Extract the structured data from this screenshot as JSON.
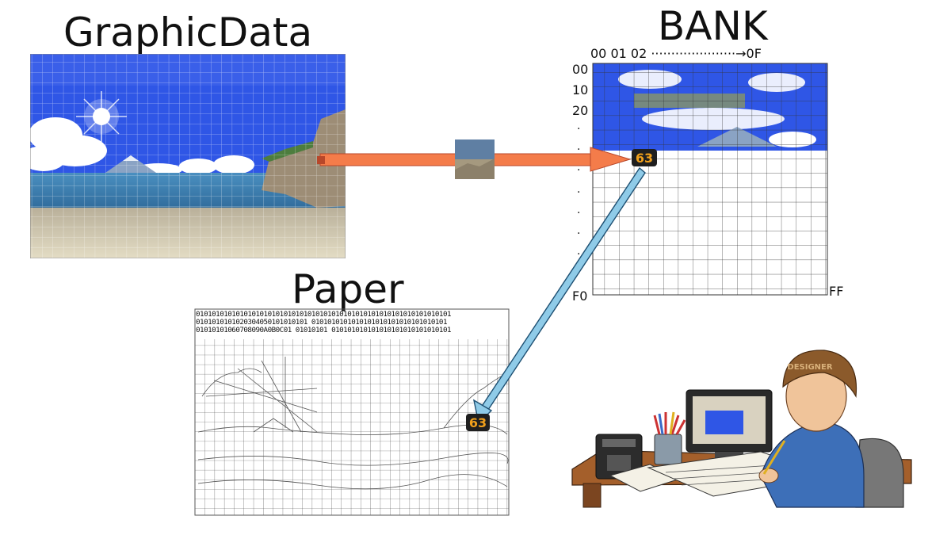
{
  "titles": {
    "graphic": "GraphicData",
    "bank": "BANK",
    "paper": "Paper"
  },
  "bank": {
    "column_header": "00 01 02 ·····················→0F",
    "row_00": "00",
    "row_10": "10",
    "row_20": "20",
    "row_f0": "F0",
    "row_ff": "FF"
  },
  "tile_badge": "63",
  "paper": {
    "hex_row_1": "0101010101010101010101010101010101010101010101010101010101010101",
    "hex_row_2": "0101010101020304050101010101 0101010101010101010101010101010101",
    "hex_row_3": "01010101060708090A0B0C01 01010101 010101010101010101010101010101"
  },
  "illustration": {
    "cap_text": "DESIGNER"
  },
  "colors": {
    "sky": "#2f56e6",
    "sea": "#3f7fb0",
    "sand": "#c9bfa6",
    "arrow_orange": "#f47c4a",
    "arrow_blue": "#8fcbe8",
    "badge": "#f0a01c"
  }
}
